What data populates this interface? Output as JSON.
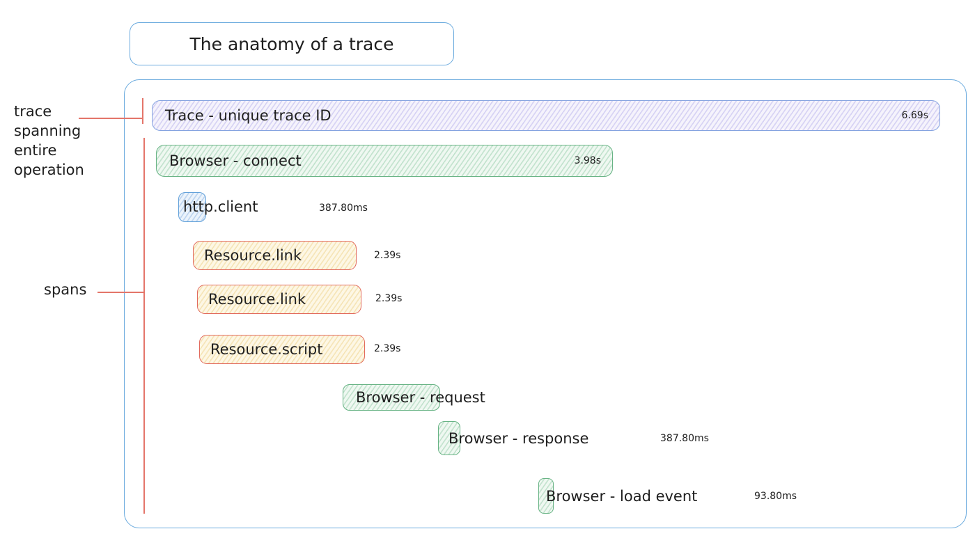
{
  "title": "The anatomy of a trace",
  "annotations": {
    "trace_note": "trace\nspanning\nentire\noperation",
    "spans_note": "spans"
  },
  "spans": [
    {
      "name": "trace",
      "label": "Trace - unique trace ID",
      "duration": "6.69s",
      "color": "purple"
    },
    {
      "name": "browser-connect",
      "label": "Browser - connect",
      "duration": "3.98s",
      "color": "green"
    },
    {
      "name": "http-client",
      "label": "http.client",
      "duration": "387.80ms",
      "color": "blue"
    },
    {
      "name": "resource-link-1",
      "label": "Resource.link",
      "duration": "2.39s",
      "color": "yellow"
    },
    {
      "name": "resource-link-2",
      "label": "Resource.link",
      "duration": "2.39s",
      "color": "yellow"
    },
    {
      "name": "resource-script",
      "label": "Resource.script",
      "duration": "2.39s",
      "color": "yellow"
    },
    {
      "name": "browser-request",
      "label": "Browser - request",
      "duration": "",
      "color": "green"
    },
    {
      "name": "browser-response",
      "label": "Browser - response",
      "duration": "387.80ms",
      "color": "green"
    },
    {
      "name": "browser-load-event",
      "label": "Browser - load event",
      "duration": "93.80ms",
      "color": "green"
    }
  ],
  "palette": {
    "outline_blue": "#6aaade",
    "trace_border": "#85a3e0",
    "trace_fill": "#f5f3fc",
    "green_border": "#67b384",
    "green_fill": "#eff8f1",
    "blue_border": "#63a2da",
    "blue_fill": "#ebf3fb",
    "yellow_border": "#e26a5d",
    "yellow_fill": "#fdf7e5",
    "annotation_red": "#e4756a",
    "text": "#1e1e1e"
  }
}
